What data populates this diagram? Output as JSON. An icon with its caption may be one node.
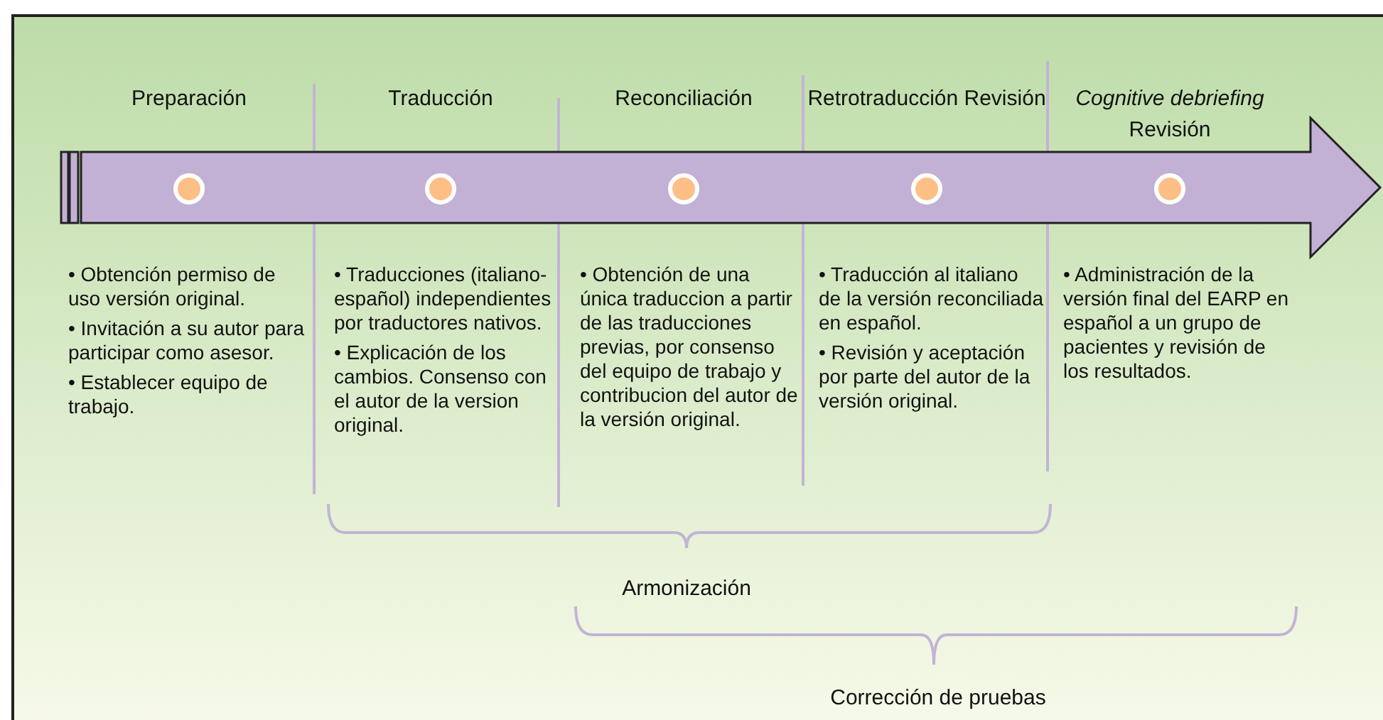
{
  "diagram": {
    "labels": [
      "Preparación",
      "Traducción",
      "Reconciliación",
      "Retrotraducción Revisión",
      "*Cognitive debriefing* Revisión",
      "• Obtención permiso de uso versión original.",
      "• Invitación a su autor para participar como asesor.",
      "• Establecer equipo de trabajo.",
      "• Traducciones (italiano-español) independientes por traductores nativos.",
      "• Explicación de los cambios. Consenso con el autor de la version original.",
      "• Obtención de una única traduccion a partir de las traducciones previas, por consenso del equipo de trabajo y contribucion del autor de la versión original.",
      "• Traducción al italiano de la versión reconciliada en español.",
      "• Revisión y aceptación por parte del autor de la versión original.",
      "• Administración de la versión final del EARP en español a un grupo de pacientes y revisión de los resultados.",
      "Armonización",
      "Corrección de pruebas"
    ]
  }
}
